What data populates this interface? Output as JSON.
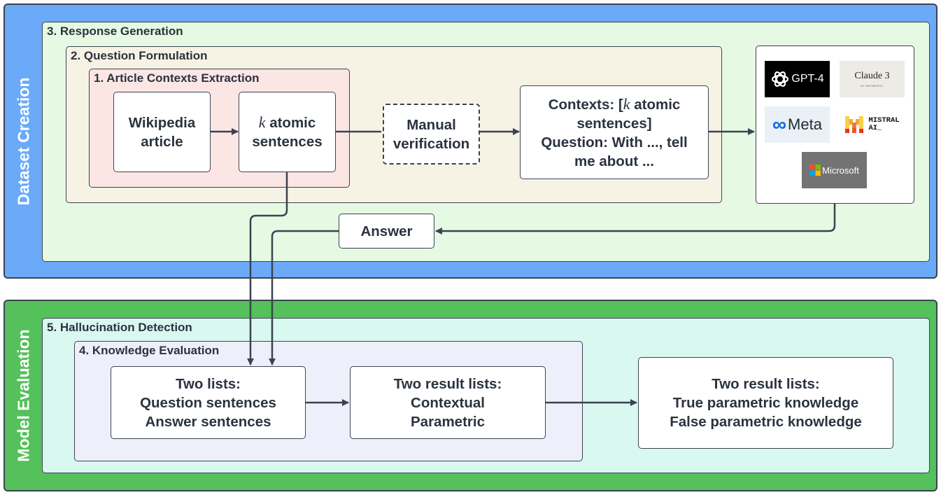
{
  "bands": {
    "dataset_creation": "Dataset Creation",
    "model_evaluation": "Model Evaluation"
  },
  "panels": {
    "response_generation": "3. Response Generation",
    "question_formulation": "2. Question Formulation",
    "article_contexts_extraction": "1. Article Contexts Extraction",
    "hallucination_detection": "5. Hallucination Detection",
    "knowledge_evaluation": "4. Knowledge Evaluation"
  },
  "nodes": {
    "wikipedia_article": [
      "Wikipedia",
      "article"
    ],
    "atomic_sentences": {
      "k": "k",
      "line1_rest": "atomic",
      "line2": "sentences"
    },
    "manual_verification": [
      "Manual",
      "verification"
    ],
    "contexts_question": {
      "l1_pre": "Contexts: [",
      "k": "k",
      "l1_post": "atomic",
      "l2": "sentences]",
      "l3": "Question: With ..., tell",
      "l4": "me about ..."
    },
    "answer": "Answer",
    "two_lists": [
      "Two lists:",
      "Question sentences",
      "Answer sentences"
    ],
    "two_result_lists_a": [
      "Two result lists:",
      "Contextual",
      "Parametric"
    ],
    "two_result_lists_b": [
      "Two result lists:",
      "True parametric knowledge",
      "False parametric knowledge"
    ]
  },
  "models": {
    "gpt4": "GPT-4",
    "claude": "Claude 3",
    "claude_sub": "BY ANTHROPIC",
    "meta": "Meta",
    "mistral_line1": "MISTRAL",
    "mistral_line2": "AI_",
    "microsoft": "Microsoft"
  },
  "colors": {
    "dataset_band": "#6aaaf8",
    "evaluation_band": "#54c15a",
    "response_generation_bg": "#e6f9e3",
    "question_formulation_bg": "#f6f3e4",
    "article_extraction_bg": "#fbe6e4",
    "hallucination_bg": "#d9f8f0",
    "knowledge_eval_bg": "#efeffc",
    "line": "#3b4350"
  }
}
